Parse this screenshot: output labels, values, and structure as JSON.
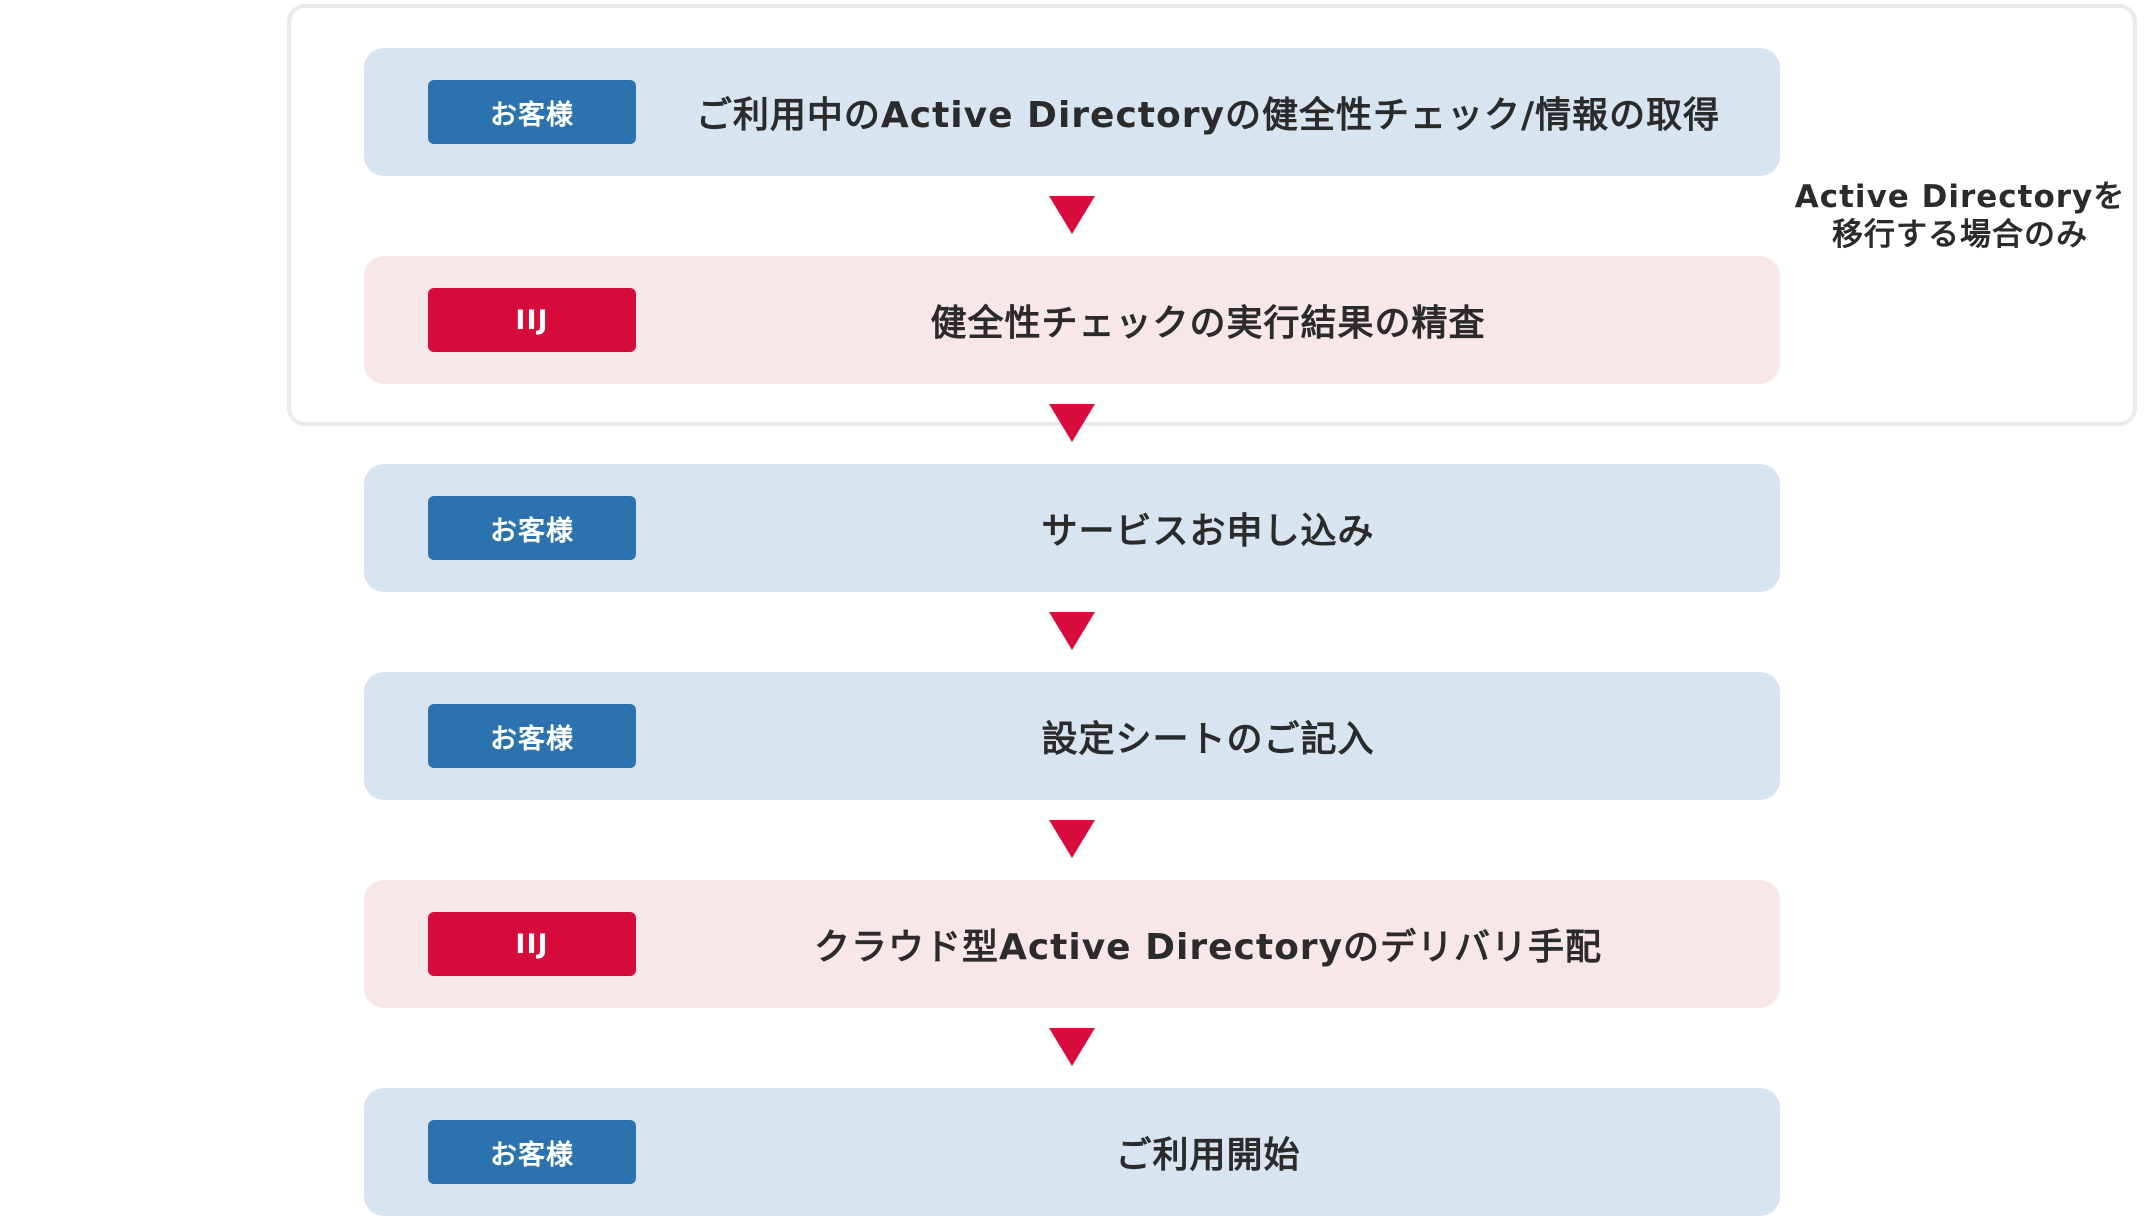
{
  "group": {
    "note_line1": "Active Directoryを",
    "note_line2": "移行する場合のみ"
  },
  "steps": [
    {
      "actor": "お客様",
      "role": "customer",
      "label": "ご利用中のActive Directoryの健全性チェック/情報の取得"
    },
    {
      "actor": "IIJ",
      "role": "iij",
      "label": "健全性チェックの実行結果の精査"
    },
    {
      "actor": "お客様",
      "role": "customer",
      "label": "サービスお申し込み"
    },
    {
      "actor": "お客様",
      "role": "customer",
      "label": "設定シートのご記入"
    },
    {
      "actor": "IIJ",
      "role": "iij",
      "label": "クラウド型Active Directoryのデリバリ手配"
    },
    {
      "actor": "お客様",
      "role": "customer",
      "label": "ご利用開始"
    }
  ],
  "colors": {
    "customer_badge": "#2b73ae",
    "customer_panel": "#d8e5f0",
    "iij_badge": "#d80c3c",
    "iij_panel": "#f8e7e9",
    "arrow": "#d80c3c"
  },
  "icons": {
    "arrow": "down-triangle"
  }
}
